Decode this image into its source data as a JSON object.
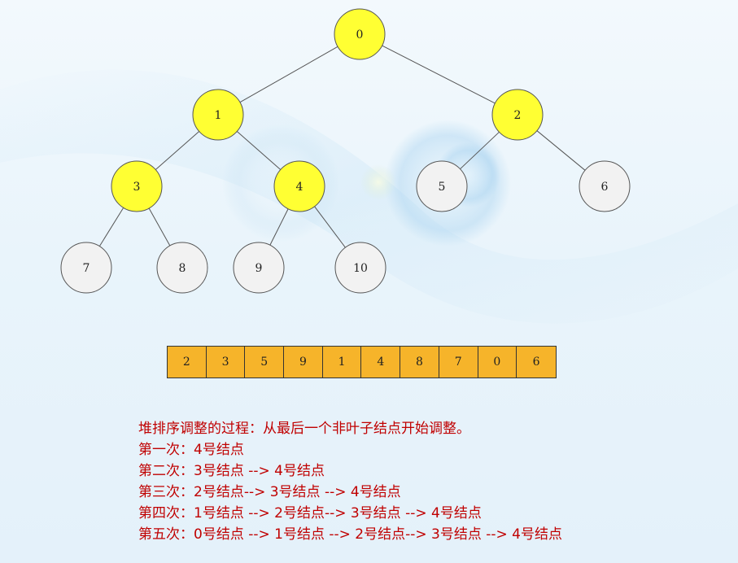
{
  "diagram": {
    "nodes": [
      {
        "id": "n0",
        "label": "0",
        "highlighted": true
      },
      {
        "id": "n1",
        "label": "1",
        "highlighted": true
      },
      {
        "id": "n2",
        "label": "2",
        "highlighted": true
      },
      {
        "id": "n3",
        "label": "3",
        "highlighted": true
      },
      {
        "id": "n4",
        "label": "4",
        "highlighted": true
      },
      {
        "id": "n5",
        "label": "5",
        "highlighted": false
      },
      {
        "id": "n6",
        "label": "6",
        "highlighted": false
      },
      {
        "id": "n7",
        "label": "7",
        "highlighted": false
      },
      {
        "id": "n8",
        "label": "8",
        "highlighted": false
      },
      {
        "id": "n9",
        "label": "9",
        "highlighted": false
      },
      {
        "id": "n10",
        "label": "10",
        "highlighted": false
      }
    ],
    "edges": [
      [
        "n0",
        "n1"
      ],
      [
        "n0",
        "n2"
      ],
      [
        "n1",
        "n3"
      ],
      [
        "n1",
        "n4"
      ],
      [
        "n2",
        "n5"
      ],
      [
        "n2",
        "n6"
      ],
      [
        "n3",
        "n7"
      ],
      [
        "n3",
        "n8"
      ],
      [
        "n4",
        "n9"
      ],
      [
        "n4",
        "n10"
      ]
    ],
    "colors": {
      "highlight_fill": "#ffff33",
      "normal_fill": "#f2f2f2",
      "stroke": "#555555",
      "edge": "#555555"
    }
  },
  "array": {
    "values": [
      "2",
      "3",
      "5",
      "9",
      "1",
      "4",
      "8",
      "7",
      "0",
      "6"
    ],
    "fill": "#f6b42a"
  },
  "notes": {
    "title": "堆排序调整的过程：从最后一个非叶子结点开始调整。",
    "lines": [
      "第一次：4号结点",
      "第二次：3号结点 --> 4号结点",
      "第三次：2号结点--> 3号结点 --> 4号结点",
      "第四次：1号结点 --> 2号结点--> 3号结点 --> 4号结点",
      "第五次：0号结点 --> 1号结点 --> 2号结点--> 3号结点 --> 4号结点"
    ],
    "color": "#c00000"
  }
}
